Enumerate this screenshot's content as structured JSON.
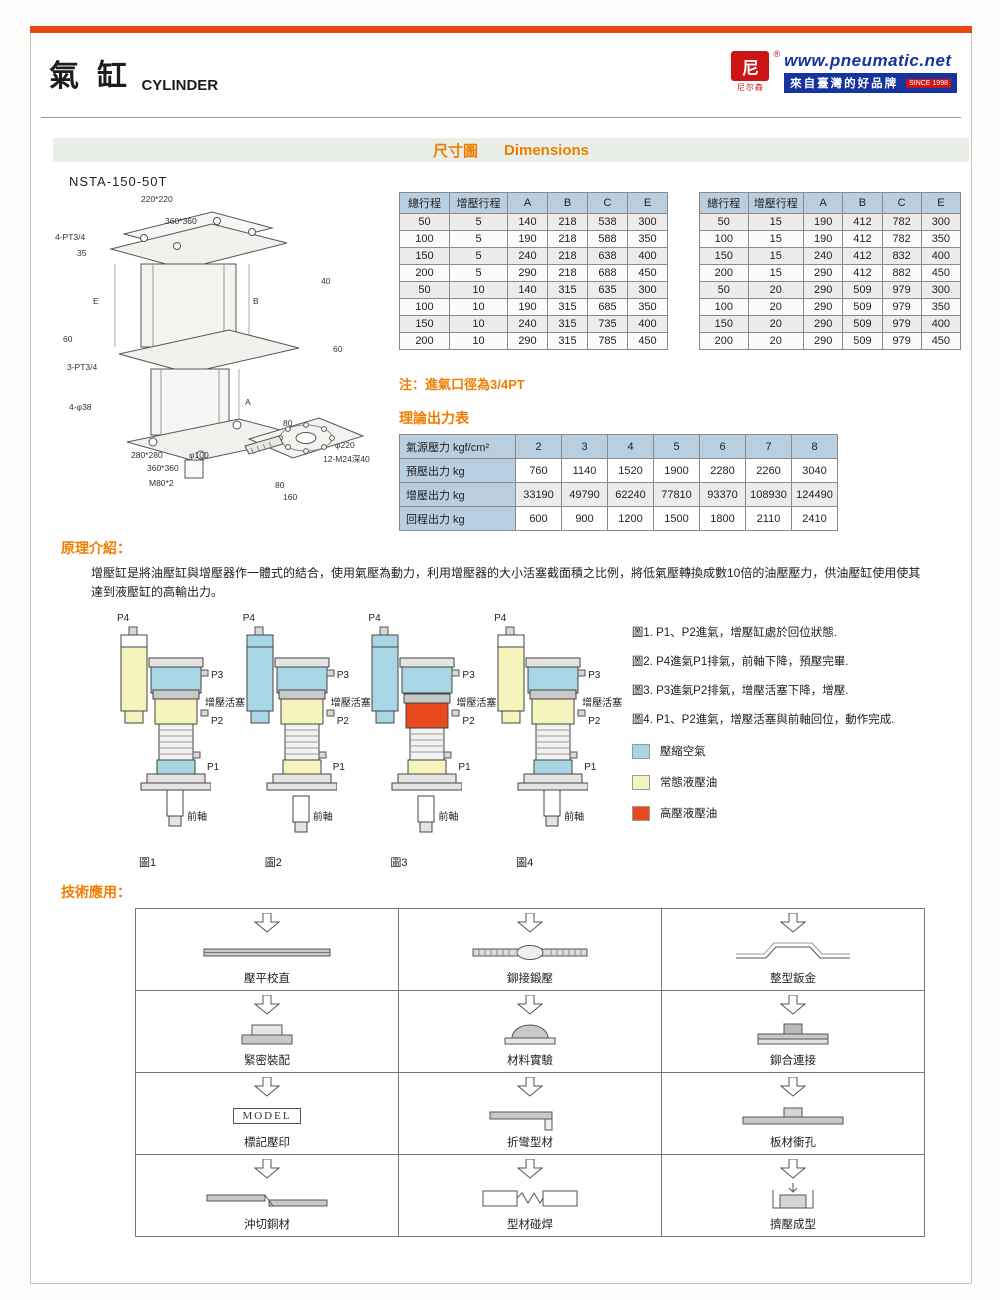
{
  "header": {
    "title_zh": "氣缸",
    "title_en": "CYLINDER"
  },
  "logo": {
    "mark": "尼",
    "brand": "尼尔森",
    "registered": "®",
    "url": "www.pneumatic.net",
    "tagline": "來自臺灣的好品牌",
    "since": "SINCE 1998"
  },
  "colors": {
    "accent_orange": "#f07d00",
    "bar_orange": "#e8490f",
    "table_header_blue": "#b9cede",
    "logo_blue": "#16339e",
    "logo_red": "#cc1414",
    "air_blue": "#a9d6e5",
    "oil_yellow": "#f4f4bc",
    "oil_red": "#e8491d"
  },
  "sections": {
    "dims_zh": "尺寸圖",
    "dims_en": "Dimensions"
  },
  "model": "NSTA-150-50T",
  "drawing": {
    "ann": [
      "220*220",
      "360*360",
      "4-PT3/4",
      "35",
      "40",
      "E",
      "B",
      "60",
      "60",
      "3-PT3/4",
      "A",
      "4-φ38",
      "80",
      "280*280",
      "360*360",
      "φ100",
      "M80*2",
      "80",
      "160",
      "φ220",
      "12-M24深40"
    ]
  },
  "dims": {
    "headers": [
      "總行程",
      "增壓行程",
      "A",
      "B",
      "C",
      "E"
    ],
    "table1": [
      [
        50,
        5,
        140,
        218,
        538,
        300
      ],
      [
        100,
        5,
        190,
        218,
        588,
        350
      ],
      [
        150,
        5,
        240,
        218,
        638,
        400
      ],
      [
        200,
        5,
        290,
        218,
        688,
        450
      ],
      [
        50,
        10,
        140,
        315,
        635,
        300
      ],
      [
        100,
        10,
        190,
        315,
        685,
        350
      ],
      [
        150,
        10,
        240,
        315,
        735,
        400
      ],
      [
        200,
        10,
        290,
        315,
        785,
        450
      ]
    ],
    "table2": [
      [
        50,
        15,
        190,
        412,
        782,
        300
      ],
      [
        100,
        15,
        190,
        412,
        782,
        350
      ],
      [
        150,
        15,
        240,
        412,
        832,
        400
      ],
      [
        200,
        15,
        290,
        412,
        882,
        450
      ],
      [
        50,
        20,
        290,
        509,
        979,
        300
      ],
      [
        100,
        20,
        290,
        509,
        979,
        350
      ],
      [
        150,
        20,
        290,
        509,
        979,
        400
      ],
      [
        200,
        20,
        290,
        509,
        979,
        450
      ]
    ]
  },
  "note": "注：進氣口徑為3/4PT",
  "output": {
    "title": "理論出力表",
    "header": [
      "氣源壓力 kgf/cm²",
      "2",
      "3",
      "4",
      "5",
      "6",
      "7",
      "8"
    ],
    "rows": [
      [
        "預壓出力 kg",
        "760",
        "1140",
        "1520",
        "1900",
        "2280",
        "2260",
        "3040"
      ],
      [
        "增壓出力 kg",
        "33190",
        "49790",
        "62240",
        "77810",
        "93370",
        "108930",
        "124490"
      ],
      [
        "回程出力 kg",
        "600",
        "900",
        "1200",
        "1500",
        "1800",
        "2110",
        "2410"
      ]
    ]
  },
  "principle": {
    "title": "原理介紹：",
    "body": "增壓缸是將油壓缸與增壓器作一體式的結合，使用氣壓為動力，利用增壓器的大小活塞截面積之比例，將低氣壓轉換成數10倍的油壓壓力，供油壓缸使用使其達到液壓缸的高輸出力。",
    "ports": [
      "P1",
      "P2",
      "P3",
      "P4"
    ],
    "piston_label": "增壓活塞",
    "rod_label": "前軸",
    "figures": [
      "圖1",
      "圖2",
      "圖3",
      "圖4"
    ],
    "captions": [
      "圖1. P1、P2進氣，增壓缸處於回位狀態.",
      "圖2. P4進氣P1排氣，前軸下降，預壓完畢.",
      "圖3. P3進氣P2排氣，增壓活塞下降，增壓.",
      "圖4. P1、P2進氣，增壓活塞與前軸回位，動作完成."
    ],
    "legend": [
      {
        "label": "壓縮空氣",
        "color": "#a9d6e5"
      },
      {
        "label": "常態液壓油",
        "color": "#f4f4bc"
      },
      {
        "label": "高壓液壓油",
        "color": "#e8491d"
      }
    ]
  },
  "diagrams": [
    {
      "tank": "#f4f4bc",
      "tank_top": "#ffffff",
      "upper": "#a9d6e5",
      "mid": "#f4f4bc",
      "lower": "#a9d6e5"
    },
    {
      "tank": "#a9d6e5",
      "tank_top": "#a9d6e5",
      "upper": "#a9d6e5",
      "mid": "#f4f4bc",
      "lower": "#f4f4bc"
    },
    {
      "tank": "#a9d6e5",
      "tank_top": "#a9d6e5",
      "upper": "#a9d6e5",
      "mid": "#e8491d",
      "lower": "#f4f4bc"
    },
    {
      "tank": "#f4f4bc",
      "tank_top": "#ffffff",
      "upper": "#a9d6e5",
      "mid": "#f4f4bc",
      "lower": "#a9d6e5"
    }
  ],
  "apps": {
    "title": "技術應用：",
    "model_text": "MODEL",
    "items": [
      "壓平校直",
      "鉚接鍛壓",
      "整型鈑金",
      "緊密裝配",
      "材料實驗",
      "鉚合連接",
      "標記壓印",
      "折彎型材",
      "板材衝孔",
      "沖切銅材",
      "型材碰焊",
      "擠壓成型"
    ]
  }
}
